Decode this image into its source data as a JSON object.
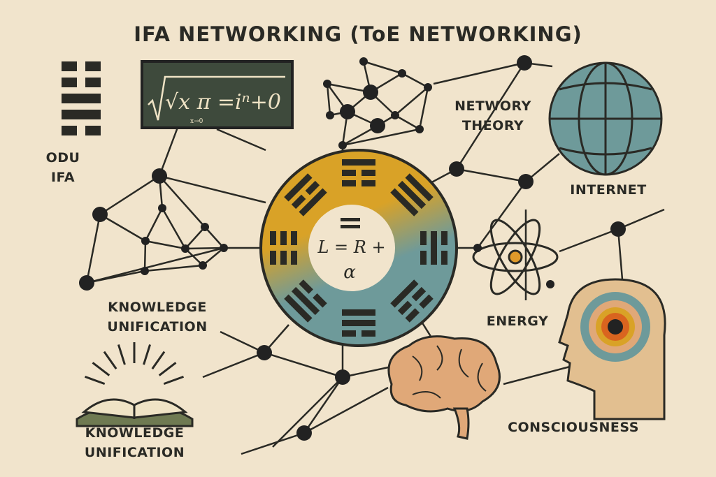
{
  "title": "IFA NETWORKING (ToE NETWORKING)",
  "formula": {
    "main": "√x π =iⁿ+0",
    "subscript": "x→0"
  },
  "center_formula": {
    "line1": "L = R +",
    "line2": "α"
  },
  "labels": {
    "odu_ifa": [
      "ODU",
      "IFA"
    ],
    "network_theory": [
      "NETWORY",
      "THEORY"
    ],
    "internet": "INTERNET",
    "energy": "ENERGY",
    "consciousness": "CONSCIOUSNESS",
    "knowledge_unification_1": [
      "KNOWLEDGE",
      "UNIFICATION"
    ],
    "knowledge_unification_2": [
      "KNOWLEDGE",
      "UNIFICATION"
    ]
  },
  "colors": {
    "background": "#f1e4cc",
    "ink": "#2a2a25",
    "gold": "#d9a227",
    "teal": "#6e9a9a",
    "chalkboard": "#3e4a3c",
    "brain": "#e0a878",
    "head": "#e2bf90",
    "ring_orange": "#d9641f"
  }
}
